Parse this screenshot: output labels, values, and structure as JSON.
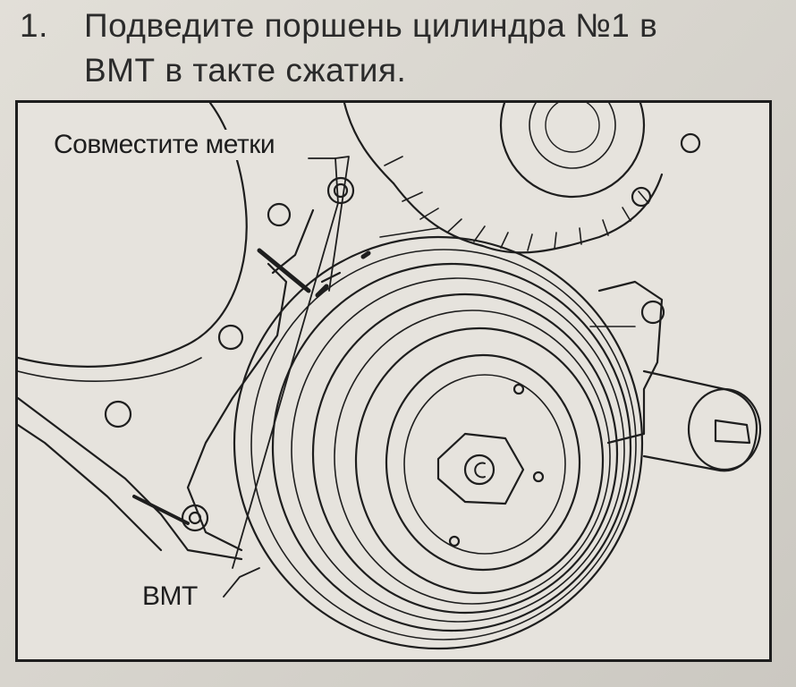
{
  "instruction": {
    "number": "1.",
    "line1": "Подведите поршень цилиндра №1 в",
    "line2": "ВМТ в такте сжатия."
  },
  "figure": {
    "callout_align_marks": "Совместите метки",
    "callout_tdc": "ВМТ"
  }
}
